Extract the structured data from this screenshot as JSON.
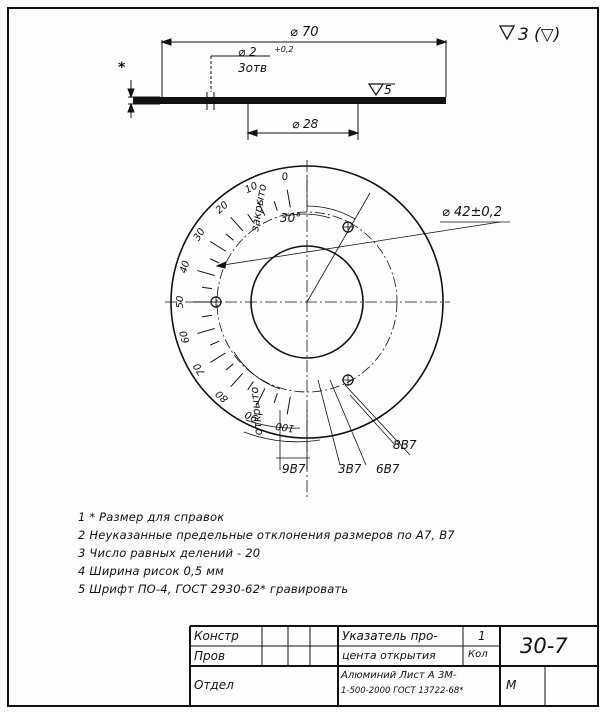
{
  "drawing": {
    "roughness_main": "3",
    "roughness_paren": "(▽)",
    "roughness_local": "5",
    "dim_outer_plate": "⌀ 70",
    "dim_hole": "⌀ 2",
    "dim_hole_tol": "+0,2",
    "dim_hole_count": "3отв",
    "dim_boss": "⌀ 28",
    "dim_bolt_circle": "⌀ 42±0,2",
    "dim_angle": "30°",
    "dim_9": "9B7",
    "dim_3": "3B7",
    "dim_6": "6B7",
    "dim_8": "8B7",
    "label_closed": "закрыто",
    "label_open": "открыто",
    "scale_labels": [
      "0",
      "10",
      "20",
      "30",
      "40",
      "50",
      "60",
      "70",
      "80",
      "90",
      "100"
    ],
    "star_mark": "*"
  },
  "notes": [
    "1  * Размер для справок",
    "2  Неуказанные предельные отклонения размеров по А7, В7",
    "3  Число равных делений - 20",
    "4  Ширина рисок 0,5 мм",
    "5  Шрифт ПО-4, ГОСТ 2930-62* гравировать"
  ],
  "title_block": {
    "row1_label": "Констр",
    "row2_label": "Пров",
    "row3_label": "Отдел",
    "part_name_line1": "Указатель про-",
    "part_name_line2": "цента открытия",
    "qty_value": "1",
    "qty_label": "Кол",
    "drawing_number": "30-7",
    "material_line1": "Алюминий Лист А 3М-",
    "material_line2": "1-500-2000 ГОСТ 13722-68*",
    "scale_value": "М"
  },
  "colors": {
    "ink": "#111111",
    "paper": "#fdfdfb"
  }
}
